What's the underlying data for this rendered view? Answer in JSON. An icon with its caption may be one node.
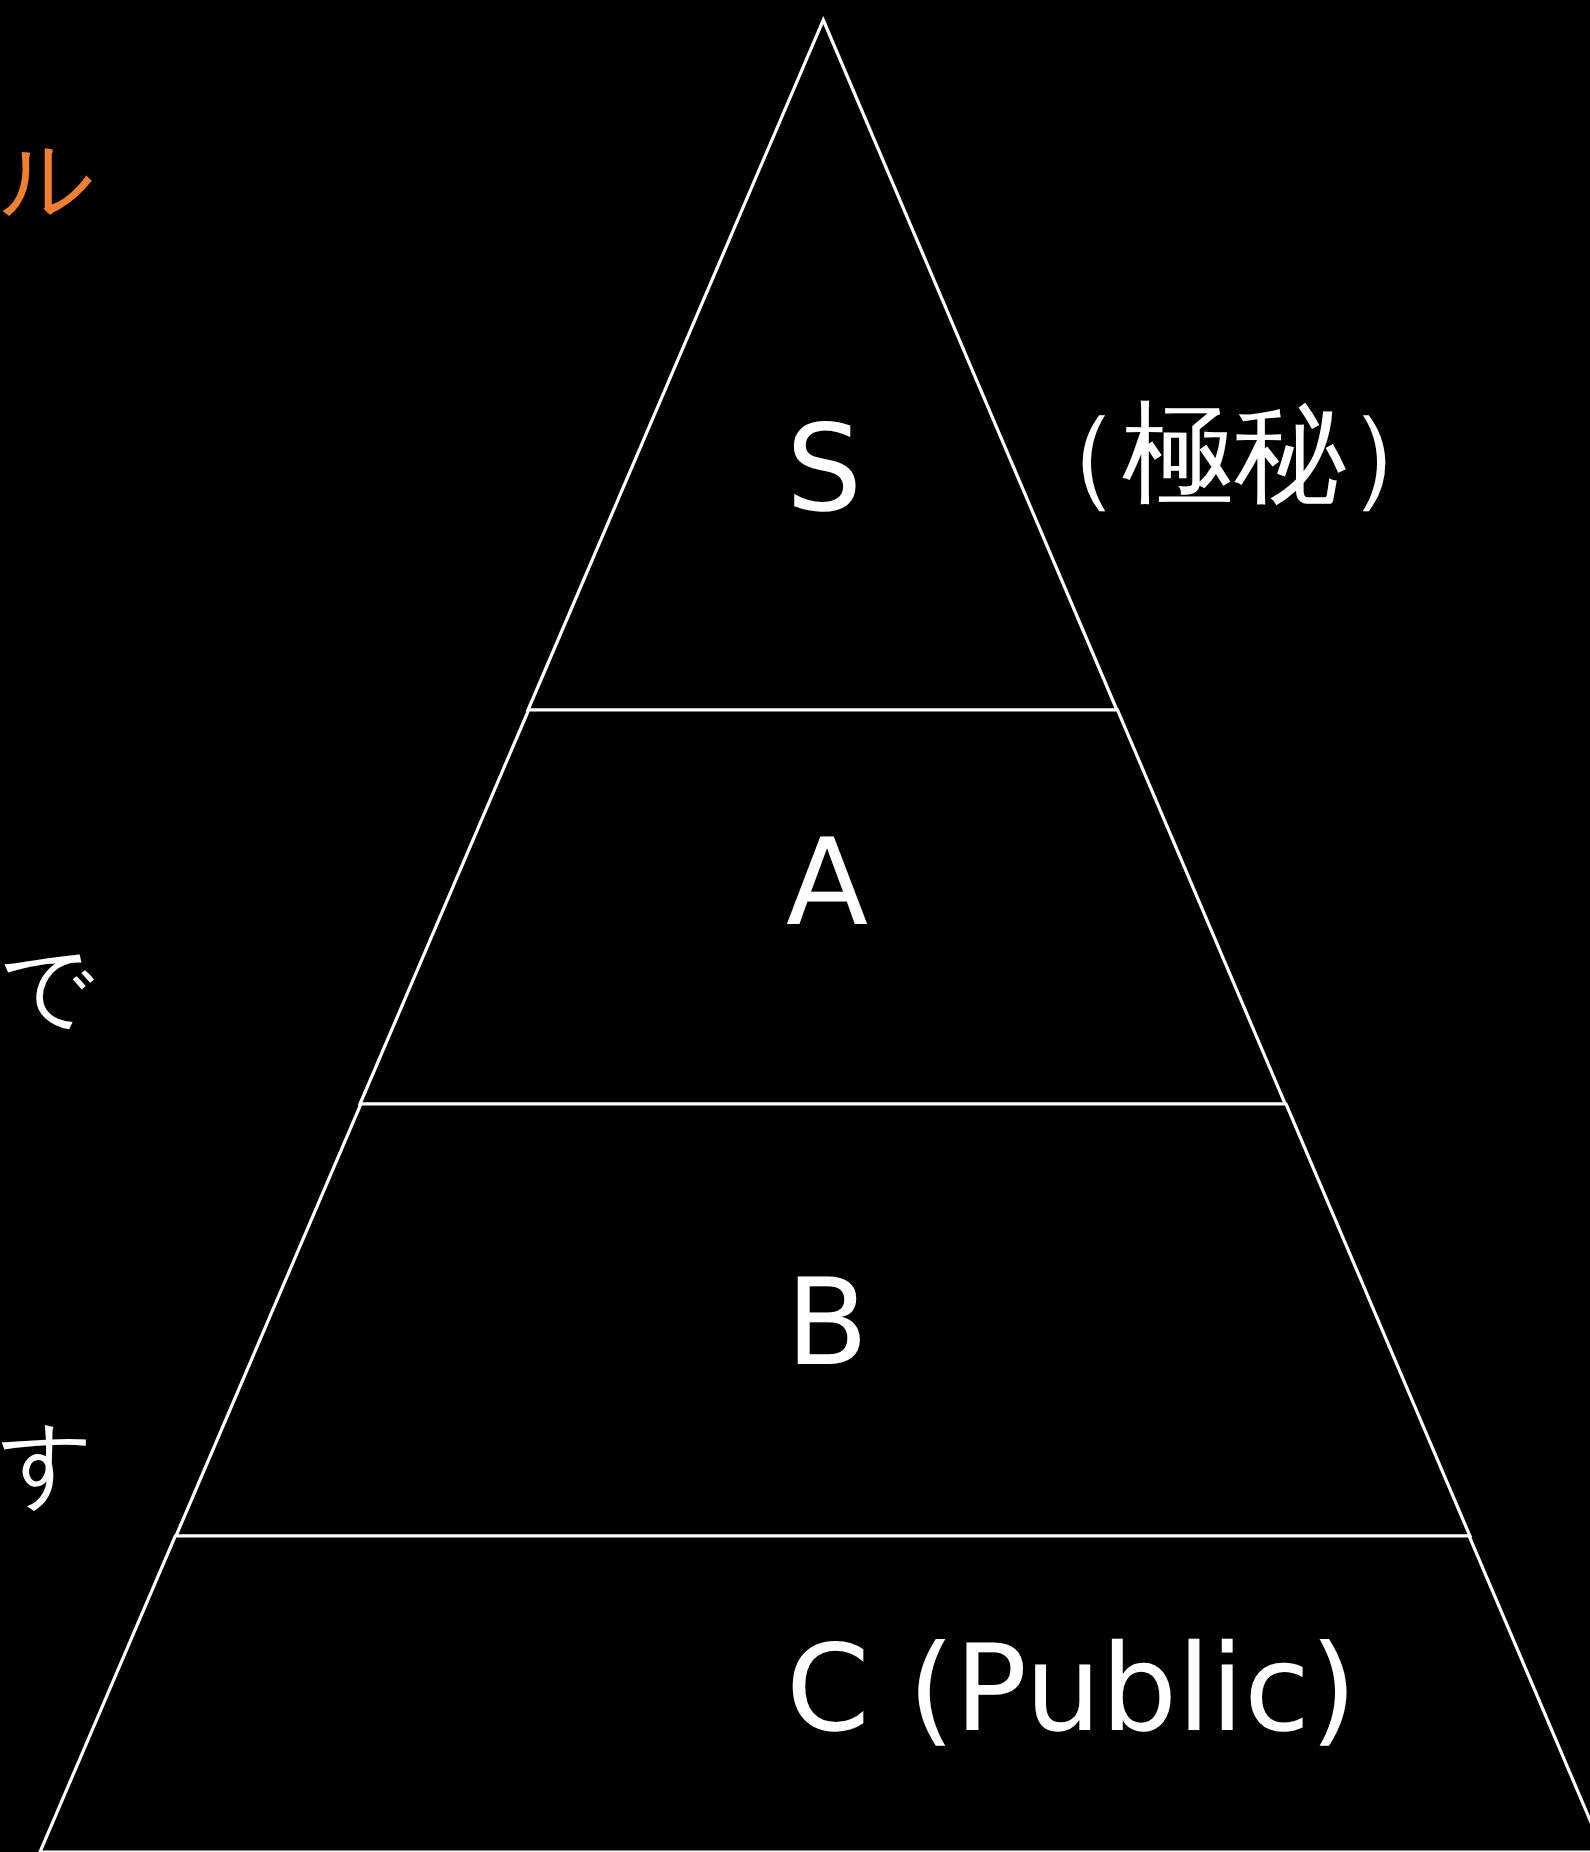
{
  "diagram": {
    "nodes": [
      {
        "text": [
          "S"
        ],
        "beside": [
          "（極秘）"
        ]
      },
      {
        "text": [
          "A"
        ]
      },
      {
        "text": [
          "B"
        ]
      },
      {
        "text": [
          "C (Public)"
        ]
      }
    ],
    "edges": [],
    "labels": [
      "ル",
      "で",
      "す"
    ]
  }
}
